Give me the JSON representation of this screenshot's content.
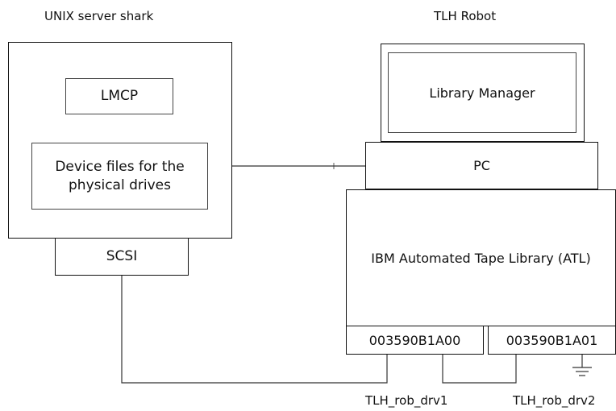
{
  "server": {
    "title": "UNIX server shark",
    "lmcp": "LMCP",
    "device_files": "Device files for the physical drives",
    "scsi": "SCSI"
  },
  "robot": {
    "title": "TLH Robot",
    "library_manager": "Library Manager",
    "pc": "PC",
    "atl": "IBM Automated Tape Library (ATL)",
    "drive1_id": "003590B1A00",
    "drive2_id": "003590B1A01",
    "drive1_name": "TLH_rob_drv1",
    "drive2_name": "TLH_rob_drv2"
  }
}
